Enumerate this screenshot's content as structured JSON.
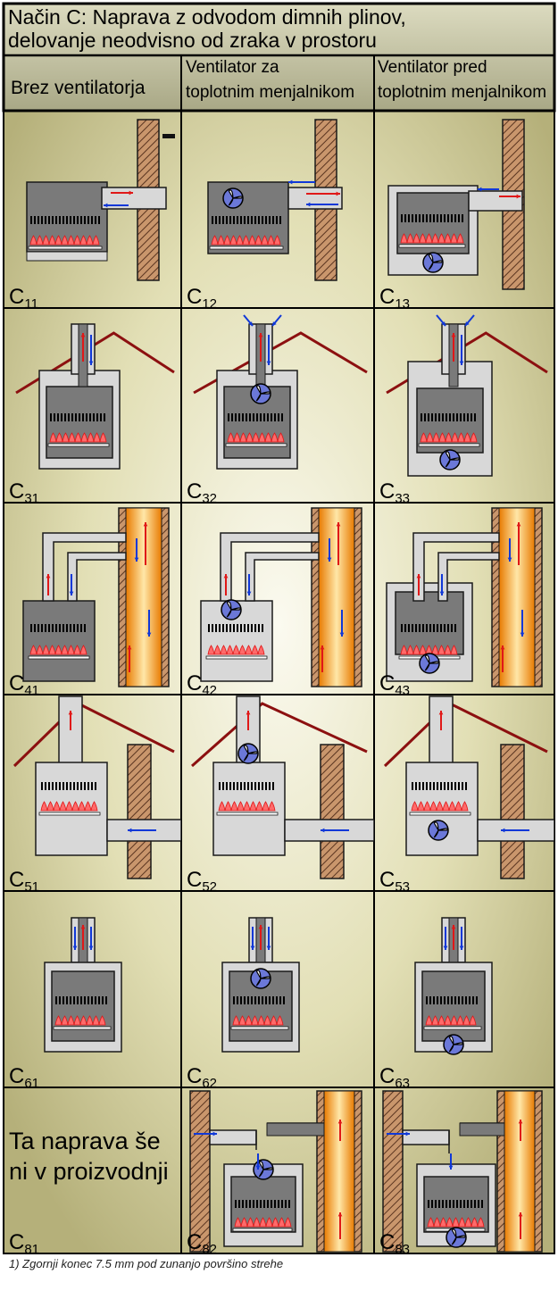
{
  "header": {
    "title_line1": "Način C: Naprava z odvodom dimnih plinov,",
    "title_line2": "delovanje neodvisno od zraka v prostoru",
    "col1": "Brez ventilatorja",
    "col2_line1": "Ventilator za",
    "col2_line2": "toplotnim menjalnikom",
    "col3_line1": "Ventilator pred",
    "col3_line2": "toplotnim menjalnikom"
  },
  "labels": {
    "c11": [
      "C",
      "11"
    ],
    "c12": [
      "C",
      "12"
    ],
    "c13": [
      "C",
      "13"
    ],
    "c31": [
      "C",
      "31"
    ],
    "c32": [
      "C",
      "32"
    ],
    "c33": [
      "C",
      "33"
    ],
    "c41": [
      "C",
      "41"
    ],
    "c42": [
      "C",
      "42"
    ],
    "c43": [
      "C",
      "43"
    ],
    "c51": [
      "C",
      "51"
    ],
    "c52": [
      "C",
      "52"
    ],
    "c53": [
      "C",
      "53"
    ],
    "c61": [
      "C",
      "61"
    ],
    "c62": [
      "C",
      "62"
    ],
    "c63": [
      "C",
      "63"
    ],
    "c81": [
      "C",
      "81"
    ],
    "c82": [
      "C",
      "82"
    ],
    "c83": [
      "C",
      "83"
    ]
  },
  "not_in_production_line1": "Ta naprava še",
  "not_in_production_line2": "ni v proizvodnji",
  "footnote": "1) Zgornji konec 7.5 mm pod zunanjo površino strehe"
}
